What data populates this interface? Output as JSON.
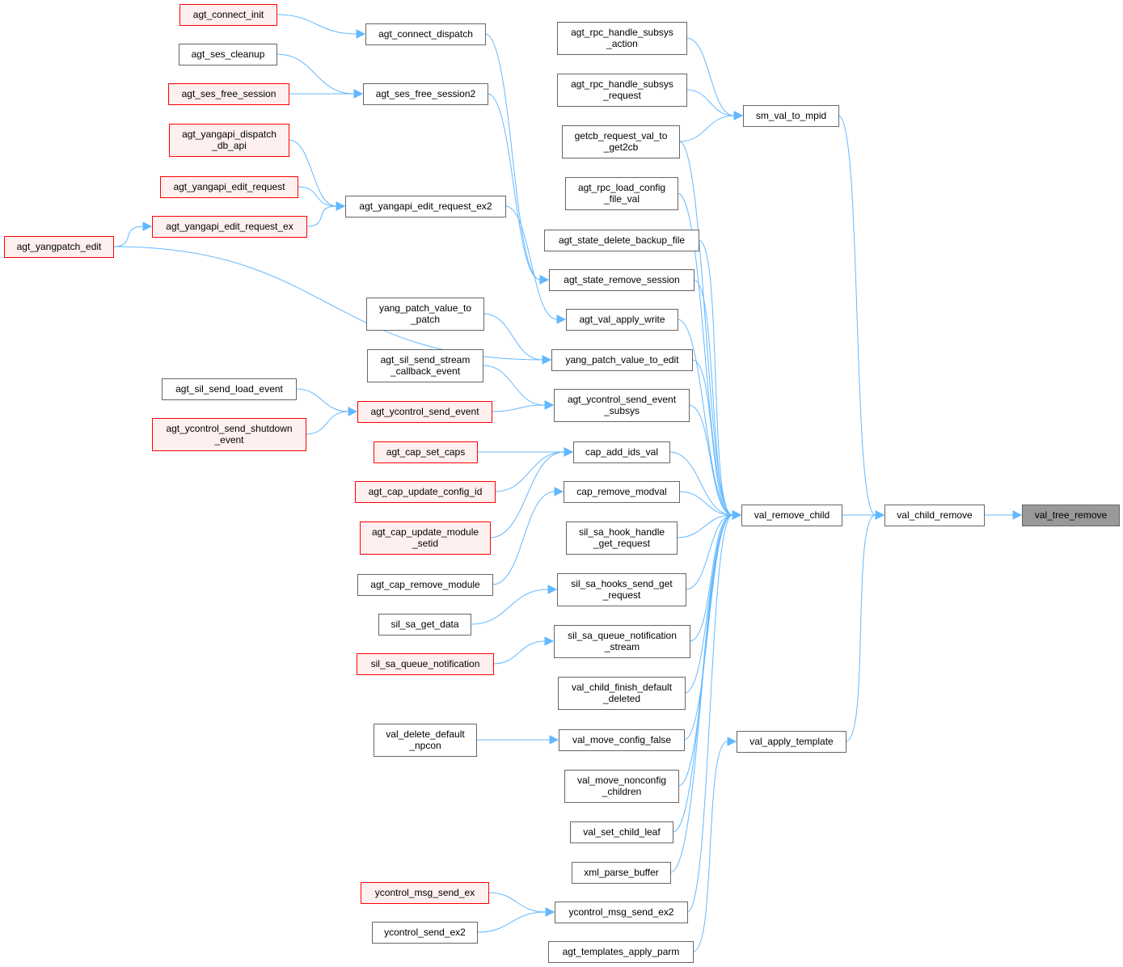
{
  "title": "val_tree_remove caller graph",
  "colors": {
    "edge": "#63b8ff",
    "node_border": "#666666",
    "node_fill": "#ffffff",
    "red_border": "#ff0000",
    "red_fill": "#fff0f0",
    "focus_fill": "#999999",
    "focus_border": "#666666"
  },
  "nodes": [
    {
      "id": "val_tree_remove",
      "lines": [
        "val_tree_remove"
      ],
      "style": "focus"
    },
    {
      "id": "val_child_remove",
      "lines": [
        "val_child_remove"
      ],
      "style": "normal"
    },
    {
      "id": "val_remove_child",
      "lines": [
        "val_remove_child"
      ],
      "style": "normal"
    },
    {
      "id": "sm_val_to_mpid",
      "lines": [
        "sm_val_to_mpid"
      ],
      "style": "normal"
    },
    {
      "id": "val_apply_template",
      "lines": [
        "val_apply_template"
      ],
      "style": "normal"
    },
    {
      "id": "agt_rpc_handle_subsys_action",
      "lines": [
        "agt_rpc_handle_subsys",
        "_action"
      ],
      "style": "normal"
    },
    {
      "id": "agt_rpc_handle_subsys_request",
      "lines": [
        "agt_rpc_handle_subsys",
        "_request"
      ],
      "style": "normal"
    },
    {
      "id": "getcb_request_val_to_get2cb",
      "lines": [
        "getcb_request_val_to",
        "_get2cb"
      ],
      "style": "normal"
    },
    {
      "id": "agt_rpc_load_config_file_val",
      "lines": [
        "agt_rpc_load_config",
        "_file_val"
      ],
      "style": "normal"
    },
    {
      "id": "agt_state_delete_backup_file",
      "lines": [
        "agt_state_delete_backup_file"
      ],
      "style": "normal"
    },
    {
      "id": "agt_state_remove_session",
      "lines": [
        "agt_state_remove_session"
      ],
      "style": "normal"
    },
    {
      "id": "agt_val_apply_write",
      "lines": [
        "agt_val_apply_write"
      ],
      "style": "normal"
    },
    {
      "id": "yang_patch_value_to_edit",
      "lines": [
        "yang_patch_value_to_edit"
      ],
      "style": "normal"
    },
    {
      "id": "agt_ycontrol_send_event_subsys",
      "lines": [
        "agt_ycontrol_send_event",
        "_subsys"
      ],
      "style": "normal"
    },
    {
      "id": "cap_add_ids_val",
      "lines": [
        "cap_add_ids_val"
      ],
      "style": "normal"
    },
    {
      "id": "cap_remove_modval",
      "lines": [
        "cap_remove_modval"
      ],
      "style": "normal"
    },
    {
      "id": "sil_sa_hook_handle_get_request",
      "lines": [
        "sil_sa_hook_handle",
        "_get_request"
      ],
      "style": "normal"
    },
    {
      "id": "sil_sa_hooks_send_get_request",
      "lines": [
        "sil_sa_hooks_send_get",
        "_request"
      ],
      "style": "normal"
    },
    {
      "id": "sil_sa_queue_notification_stream",
      "lines": [
        "sil_sa_queue_notification",
        "_stream"
      ],
      "style": "normal"
    },
    {
      "id": "val_child_finish_default_deleted",
      "lines": [
        "val_child_finish_default",
        "_deleted"
      ],
      "style": "normal"
    },
    {
      "id": "val_move_config_false",
      "lines": [
        "val_move_config_false"
      ],
      "style": "normal"
    },
    {
      "id": "val_move_nonconfig_children",
      "lines": [
        "val_move_nonconfig",
        "_children"
      ],
      "style": "normal"
    },
    {
      "id": "val_set_child_leaf",
      "lines": [
        "val_set_child_leaf"
      ],
      "style": "normal"
    },
    {
      "id": "xml_parse_buffer",
      "lines": [
        "xml_parse_buffer"
      ],
      "style": "normal"
    },
    {
      "id": "ycontrol_msg_send_ex2",
      "lines": [
        "ycontrol_msg_send_ex2"
      ],
      "style": "normal"
    },
    {
      "id": "agt_templates_apply_parm",
      "lines": [
        "agt_templates_apply_parm"
      ],
      "style": "normal"
    },
    {
      "id": "agt_connect_dispatch",
      "lines": [
        "agt_connect_dispatch"
      ],
      "style": "normal"
    },
    {
      "id": "agt_ses_free_session2",
      "lines": [
        "agt_ses_free_session2"
      ],
      "style": "normal"
    },
    {
      "id": "agt_yangapi_edit_request_ex2",
      "lines": [
        "agt_yangapi_edit_request_ex2"
      ],
      "style": "normal"
    },
    {
      "id": "yang_patch_value_to_patch",
      "lines": [
        "yang_patch_value_to",
        "_patch"
      ],
      "style": "normal"
    },
    {
      "id": "agt_sil_send_stream_callback_event",
      "lines": [
        "agt_sil_send_stream",
        "_callback_event"
      ],
      "style": "normal"
    },
    {
      "id": "agt_ycontrol_send_event",
      "lines": [
        "agt_ycontrol_send_event"
      ],
      "style": "red"
    },
    {
      "id": "agt_cap_set_caps",
      "lines": [
        "agt_cap_set_caps"
      ],
      "style": "red"
    },
    {
      "id": "agt_cap_update_config_id",
      "lines": [
        "agt_cap_update_config_id"
      ],
      "style": "red"
    },
    {
      "id": "agt_cap_update_module_setid",
      "lines": [
        "agt_cap_update_module",
        "_setid"
      ],
      "style": "red"
    },
    {
      "id": "agt_cap_remove_module",
      "lines": [
        "agt_cap_remove_module"
      ],
      "style": "normal"
    },
    {
      "id": "sil_sa_get_data",
      "lines": [
        "sil_sa_get_data"
      ],
      "style": "normal"
    },
    {
      "id": "sil_sa_queue_notification",
      "lines": [
        "sil_sa_queue_notification"
      ],
      "style": "red"
    },
    {
      "id": "val_delete_default_npcon",
      "lines": [
        "val_delete_default",
        "_npcon"
      ],
      "style": "normal"
    },
    {
      "id": "ycontrol_msg_send_ex",
      "lines": [
        "ycontrol_msg_send_ex"
      ],
      "style": "red"
    },
    {
      "id": "ycontrol_send_ex2",
      "lines": [
        "ycontrol_send_ex2"
      ],
      "style": "normal"
    },
    {
      "id": "agt_connect_init",
      "lines": [
        "agt_connect_init"
      ],
      "style": "red"
    },
    {
      "id": "agt_ses_cleanup",
      "lines": [
        "agt_ses_cleanup"
      ],
      "style": "normal"
    },
    {
      "id": "agt_ses_free_session",
      "lines": [
        "agt_ses_free_session"
      ],
      "style": "red"
    },
    {
      "id": "agt_yangapi_dispatch_db_api",
      "lines": [
        "agt_yangapi_dispatch",
        "_db_api"
      ],
      "style": "red"
    },
    {
      "id": "agt_yangapi_edit_request",
      "lines": [
        "agt_yangapi_edit_request"
      ],
      "style": "red"
    },
    {
      "id": "agt_yangapi_edit_request_ex",
      "lines": [
        "agt_yangapi_edit_request_ex"
      ],
      "style": "red"
    },
    {
      "id": "agt_yangpatch_edit",
      "lines": [
        "agt_yangpatch_edit"
      ],
      "style": "red"
    },
    {
      "id": "agt_sil_send_load_event",
      "lines": [
        "agt_sil_send_load_event"
      ],
      "style": "normal"
    },
    {
      "id": "agt_ycontrol_send_shutdown_event",
      "lines": [
        "agt_ycontrol_send_shutdown",
        "_event"
      ],
      "style": "red"
    }
  ],
  "edges": [
    [
      "val_child_remove",
      "val_tree_remove"
    ],
    [
      "val_remove_child",
      "val_child_remove"
    ],
    [
      "sm_val_to_mpid",
      "val_child_remove"
    ],
    [
      "val_apply_template",
      "val_child_remove"
    ],
    [
      "agt_rpc_handle_subsys_action",
      "sm_val_to_mpid"
    ],
    [
      "agt_rpc_handle_subsys_request",
      "sm_val_to_mpid"
    ],
    [
      "getcb_request_val_to_get2cb",
      "sm_val_to_mpid"
    ],
    [
      "getcb_request_val_to_get2cb",
      "val_remove_child"
    ],
    [
      "agt_rpc_load_config_file_val",
      "val_remove_child"
    ],
    [
      "agt_state_delete_backup_file",
      "val_remove_child"
    ],
    [
      "agt_state_remove_session",
      "val_remove_child"
    ],
    [
      "agt_val_apply_write",
      "val_remove_child"
    ],
    [
      "yang_patch_value_to_edit",
      "val_remove_child"
    ],
    [
      "agt_ycontrol_send_event_subsys",
      "val_remove_child"
    ],
    [
      "cap_add_ids_val",
      "val_remove_child"
    ],
    [
      "cap_remove_modval",
      "val_remove_child"
    ],
    [
      "sil_sa_hook_handle_get_request",
      "val_remove_child"
    ],
    [
      "sil_sa_hooks_send_get_request",
      "val_remove_child"
    ],
    [
      "sil_sa_queue_notification_stream",
      "val_remove_child"
    ],
    [
      "val_child_finish_default_deleted",
      "val_remove_child"
    ],
    [
      "val_move_config_false",
      "val_remove_child"
    ],
    [
      "val_move_nonconfig_children",
      "val_remove_child"
    ],
    [
      "val_set_child_leaf",
      "val_remove_child"
    ],
    [
      "xml_parse_buffer",
      "val_remove_child"
    ],
    [
      "ycontrol_msg_send_ex2",
      "val_remove_child"
    ],
    [
      "agt_templates_apply_parm",
      "val_apply_template"
    ],
    [
      "agt_connect_dispatch",
      "agt_state_remove_session"
    ],
    [
      "agt_ses_free_session2",
      "agt_state_remove_session"
    ],
    [
      "agt_yangapi_edit_request_ex2",
      "agt_val_apply_write"
    ],
    [
      "agt_yangpatch_edit",
      "yang_patch_value_to_edit"
    ],
    [
      "yang_patch_value_to_patch",
      "yang_patch_value_to_edit"
    ],
    [
      "agt_sil_send_stream_callback_event",
      "agt_ycontrol_send_event_subsys"
    ],
    [
      "agt_ycontrol_send_event",
      "agt_ycontrol_send_event_subsys"
    ],
    [
      "agt_cap_set_caps",
      "cap_add_ids_val"
    ],
    [
      "agt_cap_update_config_id",
      "cap_add_ids_val"
    ],
    [
      "agt_cap_update_module_setid",
      "cap_add_ids_val"
    ],
    [
      "agt_cap_remove_module",
      "cap_remove_modval"
    ],
    [
      "sil_sa_get_data",
      "sil_sa_hooks_send_get_request"
    ],
    [
      "sil_sa_queue_notification",
      "sil_sa_queue_notification_stream"
    ],
    [
      "val_delete_default_npcon",
      "val_move_config_false"
    ],
    [
      "ycontrol_msg_send_ex",
      "ycontrol_msg_send_ex2"
    ],
    [
      "ycontrol_send_ex2",
      "ycontrol_msg_send_ex2"
    ],
    [
      "agt_connect_init",
      "agt_connect_dispatch"
    ],
    [
      "agt_ses_cleanup",
      "agt_ses_free_session2"
    ],
    [
      "agt_ses_free_session",
      "agt_ses_free_session2"
    ],
    [
      "agt_yangapi_dispatch_db_api",
      "agt_yangapi_edit_request_ex2"
    ],
    [
      "agt_yangapi_edit_request",
      "agt_yangapi_edit_request_ex2"
    ],
    [
      "agt_yangapi_edit_request_ex",
      "agt_yangapi_edit_request_ex2"
    ],
    [
      "agt_yangpatch_edit",
      "agt_yangapi_edit_request_ex"
    ],
    [
      "agt_sil_send_load_event",
      "agt_ycontrol_send_event"
    ],
    [
      "agt_ycontrol_send_shutdown_event",
      "agt_ycontrol_send_event"
    ]
  ]
}
